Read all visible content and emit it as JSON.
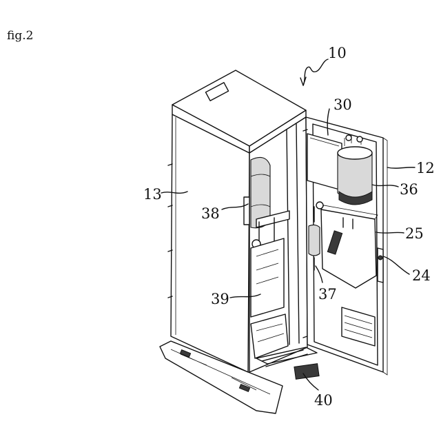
{
  "figure_label": "fig.2",
  "reference_numerals": {
    "r10": "10",
    "r30": "30",
    "r12": "12",
    "r36": "36",
    "r13": "13",
    "r38": "38",
    "r25": "25",
    "r24": "24",
    "r39": "39",
    "r37": "37",
    "r40": "40"
  }
}
